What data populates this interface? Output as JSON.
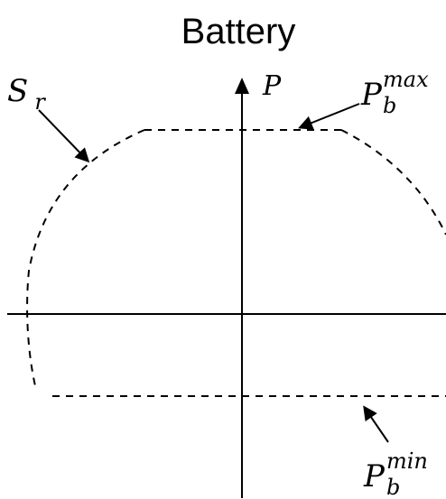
{
  "diagram": {
    "title": "Battery",
    "axis_label": "P",
    "region_label": {
      "main": "S",
      "sub": "r"
    },
    "max_label": {
      "main": "P",
      "sub": "b",
      "sup": "max"
    },
    "min_label": {
      "main": "P",
      "sub": "b",
      "sup": "min"
    },
    "colors": {
      "stroke": "#000000",
      "background": "#ffffff"
    }
  }
}
